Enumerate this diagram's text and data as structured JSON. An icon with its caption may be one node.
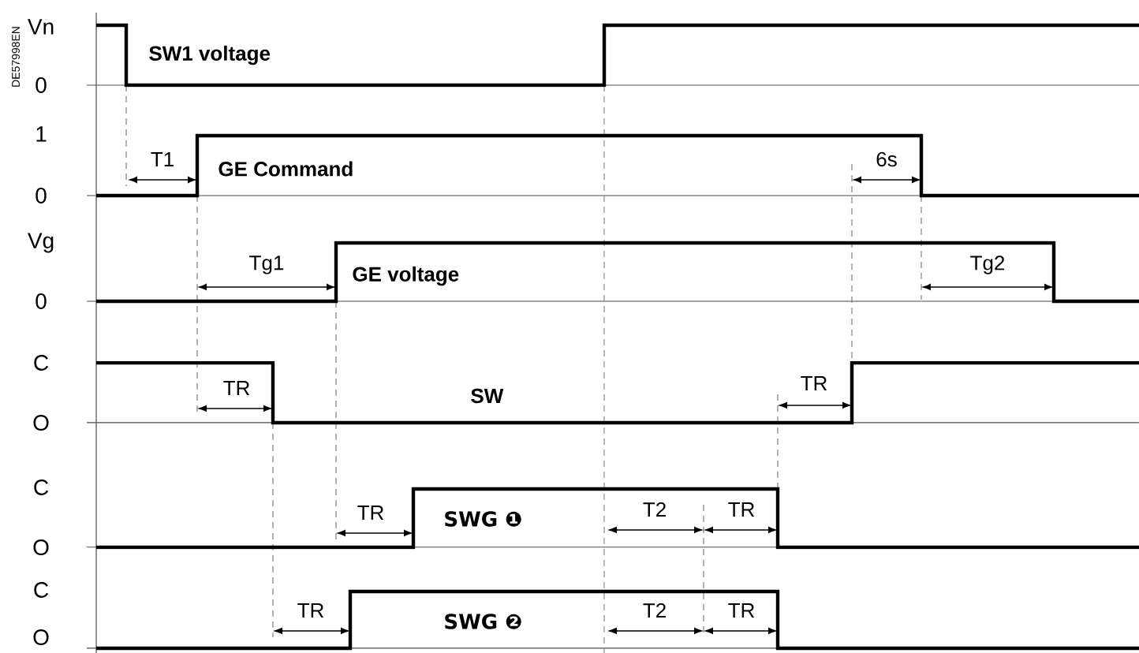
{
  "diagram": {
    "labels": [
      "DE57998EN",
      "Vn",
      "SW1 voltage",
      "0",
      "1",
      "T1",
      "6s",
      "GE Command",
      "0",
      "Vg",
      "Tg1",
      "Tg2",
      "GE voltage",
      "0",
      "C",
      "TR",
      "SW",
      "TR",
      "O",
      "C",
      "TR",
      "SWG ❶",
      "T2",
      "TR",
      "O",
      "C",
      "TR",
      "SWG ❷",
      "T2",
      "TR",
      "O"
    ]
  }
}
